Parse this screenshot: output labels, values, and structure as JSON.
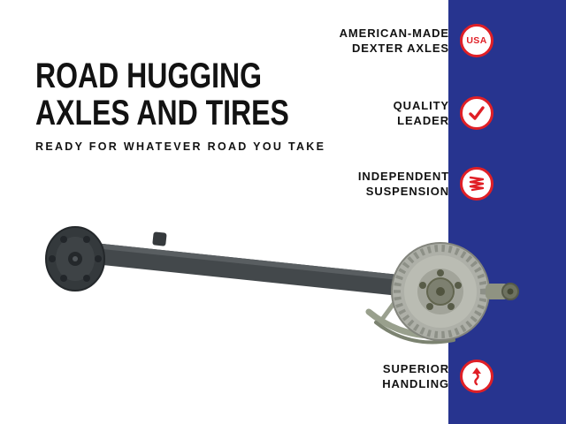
{
  "canvas": {
    "colors": {
      "band": "#27348F",
      "red": "#E01F26",
      "ink": "#121212",
      "bg": "#FFFFFF"
    }
  },
  "headline": {
    "line1": "ROAD HUGGING",
    "line2": "AXLES AND TIRES",
    "subhead": "READY FOR WHATEVER ROAD YOU TAKE"
  },
  "features": [
    {
      "line1": "AMERICAN-MADE",
      "line2": "DEXTER AXLES",
      "icon": "usa-badge-icon",
      "icon_text": "USA"
    },
    {
      "line1": "QUALITY",
      "line2": "LEADER",
      "icon": "checkmark-icon"
    },
    {
      "line1": "INDEPENDENT",
      "line2": "SUSPENSION",
      "icon": "coil-spring-icon"
    },
    {
      "line1": "SUPERIOR",
      "line2": "HANDLING",
      "icon": "shock-arrow-icon"
    }
  ],
  "illustration": {
    "name": "trailer-axle"
  }
}
